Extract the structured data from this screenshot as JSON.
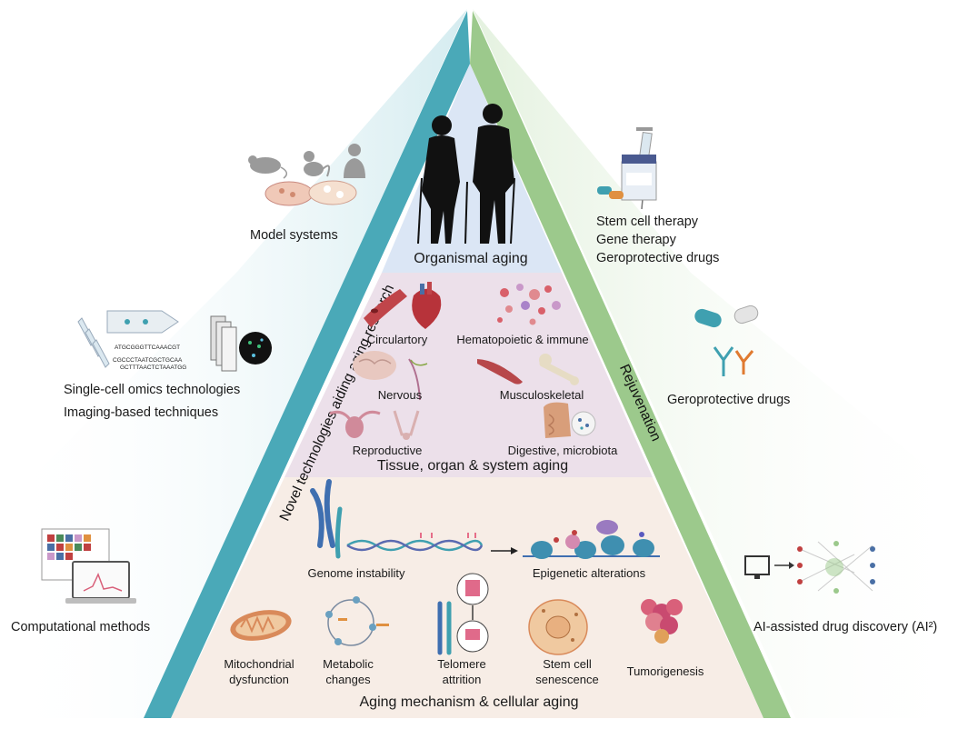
{
  "colors": {
    "left_band": "#4aa9b8",
    "right_band": "#9cc98c",
    "tier_top": "#dbe6f5",
    "tier_middle": "#ece0ea",
    "tier_bottom": "#f7ede6",
    "figure": "#111111",
    "accent_red": "#b7333a",
    "accent_teal": "#3f9fb0"
  },
  "pyramid": {
    "left_band_label": "Novel technologies aiding aging research",
    "right_band_label": "Rejuvenation",
    "top_tier": {
      "title": "Organismal  aging"
    },
    "middle_tier": {
      "title": "Tissue, organ & system aging",
      "systems": [
        "Circulartory",
        "Hematopoietic & immune",
        "Nervous",
        "Musculoskeletal",
        "Reproductive",
        "Digestive, microbiota"
      ]
    },
    "bottom_tier": {
      "title": "Aging mechanism & cellular aging",
      "row1": [
        "Genome instability",
        "Epigenetic alterations"
      ],
      "row2": [
        {
          "line1": "Mitochondrial",
          "line2": "dysfunction"
        },
        {
          "line1": "Metabolic",
          "line2": "changes"
        },
        {
          "line1": "Telomere",
          "line2": "attrition"
        },
        {
          "line1": "Stem cell",
          "line2": "senescence"
        },
        {
          "line1": "Tumorigenesis",
          "line2": ""
        }
      ],
      "dna_seq": [
        "ATGCGGGTTCAAACGT",
        "CGCCCTAATCGCTGCAA",
        "GCTTTAACTCTAAATGG"
      ]
    }
  },
  "left_side": {
    "model_systems": "Model systems",
    "omics": [
      "Single-cell omics technologies",
      "Imaging-based techniques"
    ],
    "computational": "Computational methods"
  },
  "right_side": {
    "therapies": [
      "Stem cell therapy",
      "Gene therapy",
      "Geroprotective drugs"
    ],
    "geroprotective": "Geroprotective drugs",
    "ai": "AI-assisted drug discovery (AI²)"
  },
  "icons": [
    "mouse-icon",
    "monkey-icon",
    "human-torso-icon",
    "petri-dish-icon",
    "elderly-couple-icon",
    "syringe-icon",
    "pill-bottle-icon",
    "capsule-icon",
    "antibody-icon",
    "blood-vessel-icon",
    "heart-icon",
    "blood-cells-icon",
    "brain-icon",
    "nerve-icon",
    "muscle-icon",
    "bone-icon",
    "uterus-icon",
    "male-reproductive-icon",
    "intestine-icon",
    "microbiota-icon",
    "chromosome-icon",
    "dna-helix-icon",
    "nucleosome-icon",
    "mitochondrion-icon",
    "metabolic-cycle-icon",
    "telomere-icon",
    "stem-cell-icon",
    "tumor-icon",
    "test-tube-icon",
    "microfluidic-icon",
    "image-stack-icon",
    "microscopy-icon",
    "heatmap-icon",
    "laptop-icon",
    "monitor-icon",
    "neural-network-icon",
    "arrow-icon"
  ]
}
